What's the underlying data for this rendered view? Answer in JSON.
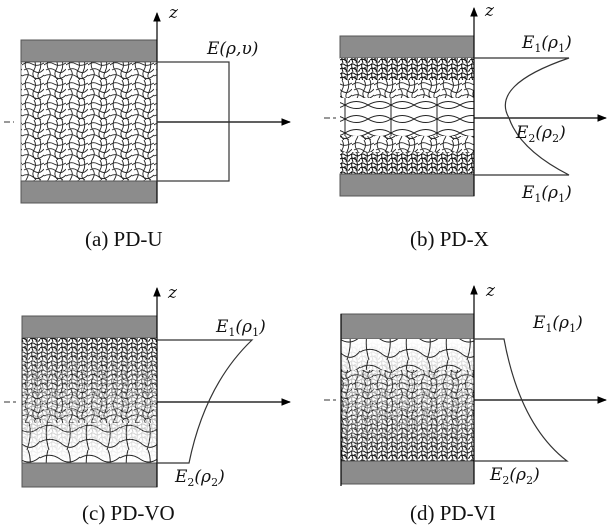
{
  "figure": {
    "axis_label_z": "z",
    "colors": {
      "electrode_gray": "#8c8c8c",
      "electrode_border": "#555555",
      "line": "#333333",
      "axis": "#000000"
    },
    "panels": [
      {
        "id": "a",
        "caption": "(a)  PD-U",
        "structure": "uniform",
        "labels": {
          "top": "E(ρ,υ)"
        }
      },
      {
        "id": "b",
        "caption": "(b)  PD-X",
        "structure": "dense at both electrodes, sparse in center",
        "labels": {
          "top_main": "E",
          "top_sub": "1",
          "top_rest_a": "(ρ",
          "top_rest_sub": "1",
          "top_rest_b": ")",
          "mid_main": "E",
          "mid_sub": "2",
          "mid_rest_a": "(ρ",
          "mid_rest_sub": "2",
          "mid_rest_b": ")",
          "bot_main": "E",
          "bot_sub": "1",
          "bot_rest_a": "(ρ",
          "bot_rest_sub": "1",
          "bot_rest_b": ")"
        }
      },
      {
        "id": "c",
        "caption": "(c)  PD-VO",
        "structure": "dense at top, sparse at bottom",
        "labels": {
          "top_main": "E",
          "top_sub": "1",
          "top_rest_a": "(ρ",
          "top_rest_sub": "1",
          "top_rest_b": ")",
          "bot_main": "E",
          "bot_sub": "2",
          "bot_rest_a": "(ρ",
          "bot_rest_sub": "2",
          "bot_rest_b": ")"
        }
      },
      {
        "id": "d",
        "caption": "(d)  PD-VI",
        "structure": "sparse at top, dense at bottom",
        "labels": {
          "top_main": "E",
          "top_sub": "1",
          "top_rest_a": "(ρ",
          "top_rest_sub": "1",
          "top_rest_b": ")",
          "bot_main": "E",
          "bot_sub": "2",
          "bot_rest_a": "(ρ",
          "bot_rest_sub": "2",
          "bot_rest_b": ")"
        }
      }
    ]
  }
}
